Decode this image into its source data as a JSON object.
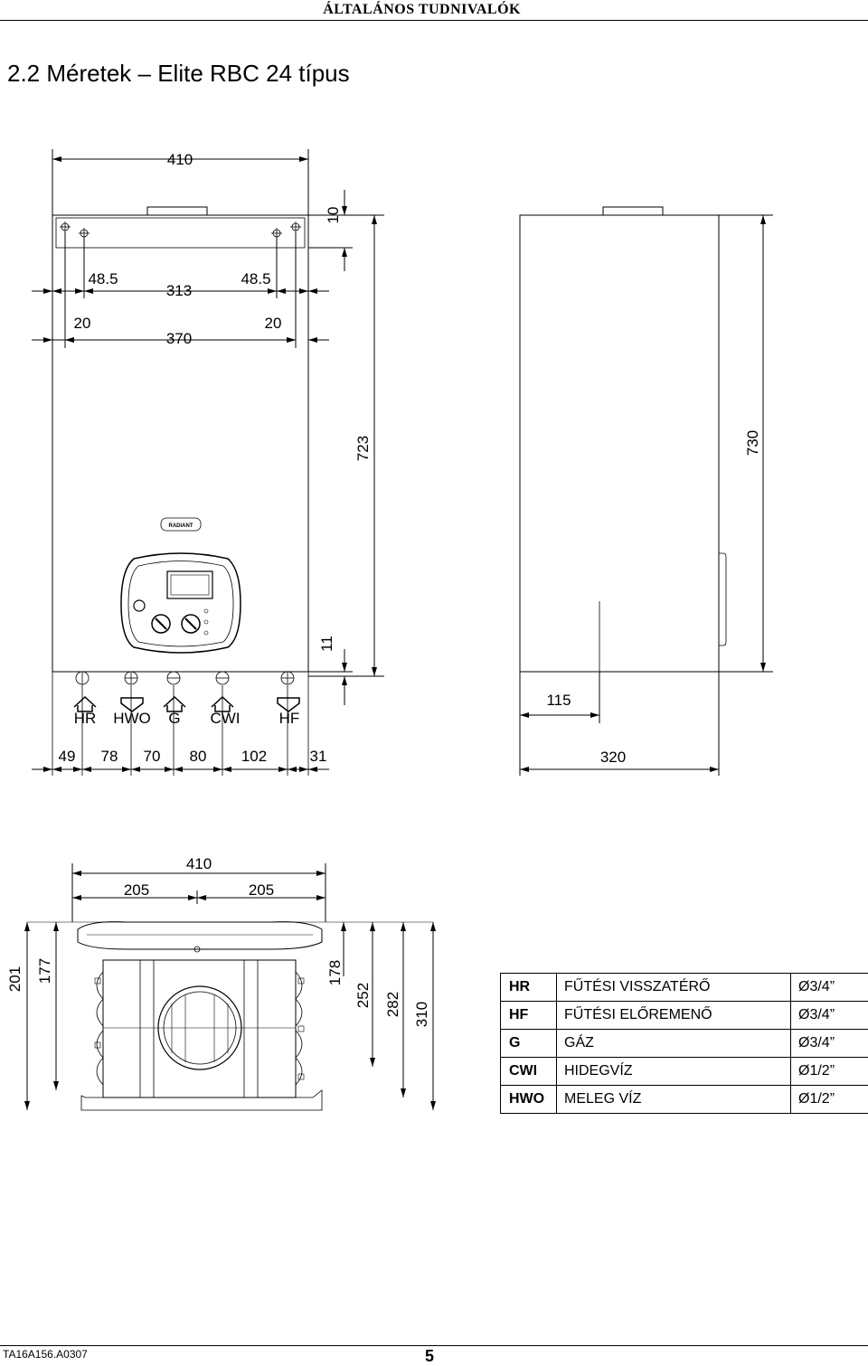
{
  "header": {
    "section": "ÁLTALÁNOS TUDNIVALÓK"
  },
  "page_title": "2.2 Méretek – Elite RBC 24 típus",
  "front_view": {
    "total_width": "410",
    "top_offset": "10",
    "bracket_left": "48.5",
    "bracket_center": "313",
    "bracket_right": "48.5",
    "inner_left": "20",
    "inner_center": "370",
    "inner_right": "20",
    "height_inner": "723",
    "bottom_offset": "11",
    "brand": "RADIANT",
    "connections": [
      "HR",
      "HWO",
      "G",
      "CWI",
      "HF"
    ],
    "connection_spacing": [
      "49",
      "78",
      "70",
      "80",
      "102",
      "31"
    ]
  },
  "side_view": {
    "height": "730",
    "connection_depth": "115",
    "depth": "320"
  },
  "bottom_view": {
    "total_width": "410",
    "half_left": "205",
    "half_right": "205",
    "depths": [
      "201",
      "177",
      "178",
      "252",
      "282",
      "310"
    ]
  },
  "legend": [
    {
      "code": "HR",
      "description": "FŰTÉSI VISSZATÉRŐ",
      "size": "Ø3/4”"
    },
    {
      "code": "HF",
      "description": "FŰTÉSI ELŐREMENŐ",
      "size": "Ø3/4”"
    },
    {
      "code": "G",
      "description": "GÁZ",
      "size": "Ø3/4”"
    },
    {
      "code": "CWI",
      "description": "HIDEGVÍZ",
      "size": "Ø1/2”"
    },
    {
      "code": "HWO",
      "description": "MELEG VÍZ",
      "size": "Ø1/2”"
    }
  ],
  "footer": {
    "doc_code": "TA16A156.A0307",
    "page": "5"
  }
}
